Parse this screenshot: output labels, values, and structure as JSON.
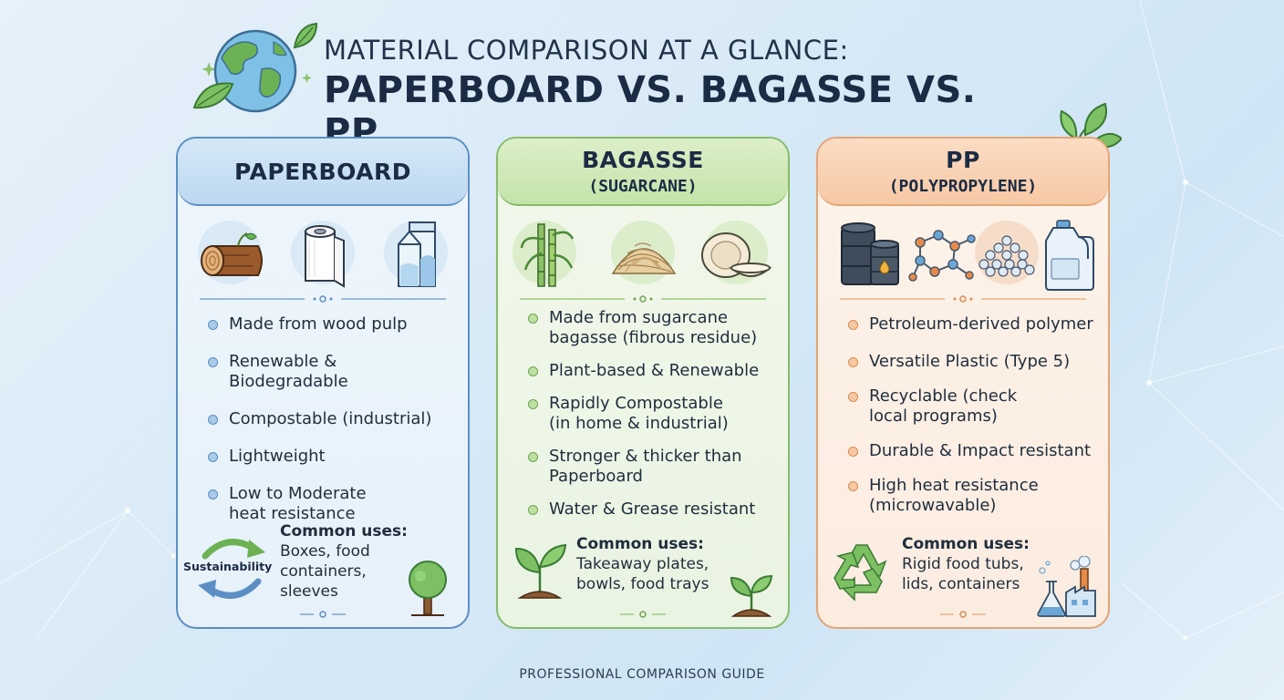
{
  "title": {
    "line1": "MATERIAL COMPARISON AT A GLANCE:",
    "line2": "PAPERBOARD VS. BAGASSE VS. PP"
  },
  "cards": [
    {
      "title": "PAPERBOARD",
      "subtitle": "",
      "icons": [
        "wood-log-icon",
        "paper-towel-roll-icon",
        "milk-carton-icon"
      ],
      "bullets": [
        "Made from wood pulp",
        "Renewable & Biodegradable",
        "Compostable (industrial)",
        "Lightweight",
        "Low to Moderate heat resistance"
      ],
      "uses_label": "Common uses:",
      "uses_text": "Boxes, food containers, sleeves",
      "badge_label": "Sustainability",
      "accent": "#5b8fc4"
    },
    {
      "title": "BAGASSE",
      "subtitle": "(SUGARCANE)",
      "icons": [
        "sugarcane-icon",
        "fiber-pile-icon",
        "plate-bowl-icon"
      ],
      "bullets": [
        "Made from sugarcane bagasse (fibrous residue)",
        "Plant-based & Renewable",
        "Rapidly Compostable (in home & industrial)",
        "Stronger & thicker than Paperboard",
        "Water & Grease resistant"
      ],
      "uses_label": "Common uses:",
      "uses_text": "Takeaway plates, bowls, food trays",
      "accent": "#86bb6a"
    },
    {
      "title": "PP",
      "subtitle": "(POLYPROPYLENE)",
      "icons": [
        "oil-barrel-icon",
        "molecule-icon",
        "pellets-icon",
        "plastic-jug-icon"
      ],
      "bullets": [
        "Petroleum-derived polymer",
        "Versatile Plastic (Type 5)",
        "Recyclable (check local programs)",
        "Durable & Impact resistant",
        "High heat resistance (microwavable)"
      ],
      "uses_label": "Common uses:",
      "uses_text": "Rigid food tubs, lids, containers",
      "accent": "#e3a576"
    }
  ],
  "footer": "PROFESSIONAL COMPARISON GUIDE"
}
